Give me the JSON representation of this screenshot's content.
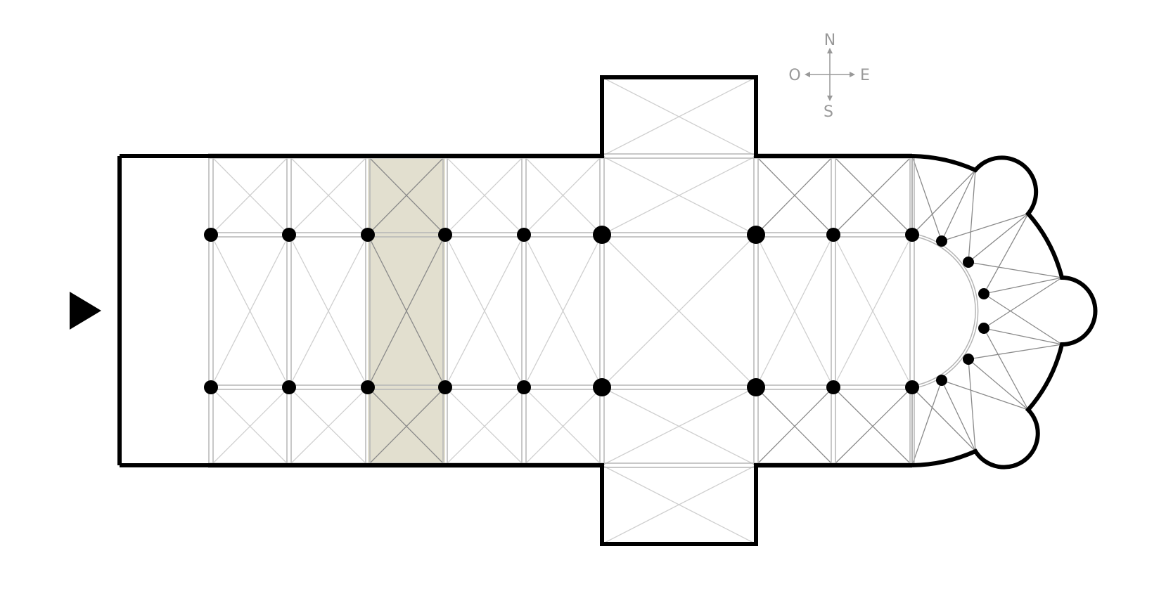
{
  "compass": {
    "north": "N",
    "south": "S",
    "east": "E",
    "west": "O"
  },
  "colors": {
    "wall": "#000000",
    "pillar": "#000000",
    "rib_light": "#cfcfcf",
    "rib_dark": "#8a8a8a",
    "highlight_bay": "#e2dfcf",
    "compass": "#999999",
    "background": "#ffffff"
  },
  "icons": {
    "entrance": "entrance-arrow-icon",
    "compass": "compass-rose-icon"
  }
}
